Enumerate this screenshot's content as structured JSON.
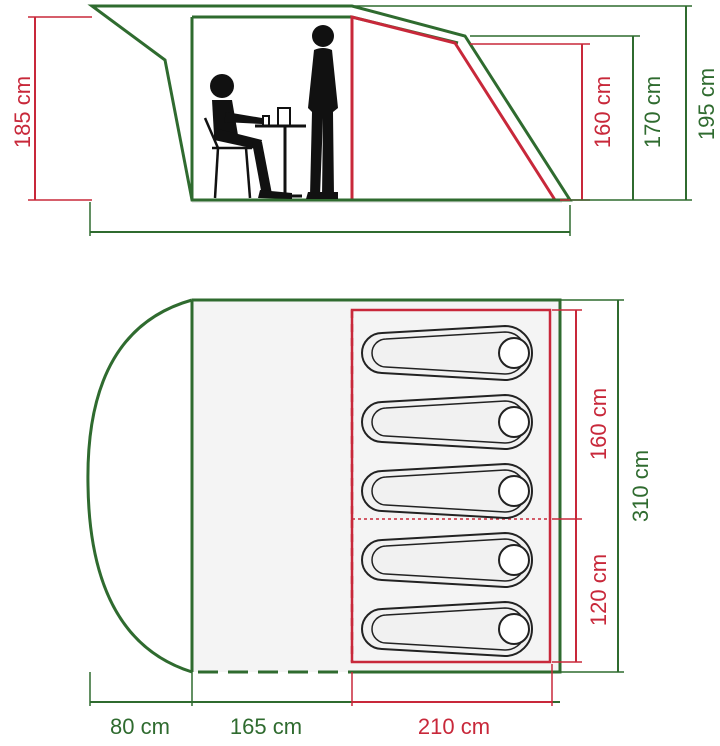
{
  "colors": {
    "green": "#2f6b2f",
    "red": "#c8283a",
    "floor": "#f4f4f4",
    "bag": "#f1f1f1",
    "figure": "#111111",
    "text_green": "#2f6b2f",
    "text_red": "#c8283a"
  },
  "side_view": {
    "labels": {
      "height_left": "185 cm",
      "height_inner": "160 cm",
      "height_middle": "170 cm",
      "height_total": "195 cm"
    },
    "icons": [
      "seated-person-icon",
      "table-icon",
      "chair-icon",
      "standing-person-icon"
    ]
  },
  "floor_plan": {
    "labels": {
      "bedroom_upper": "160 cm",
      "bedroom_lower": "120 cm",
      "total_depth": "310 cm",
      "porch_width": "80 cm",
      "living_width": "165 cm",
      "bedroom_width": "210 cm"
    },
    "sleeping_bags": [
      {
        "name": "sleeping-bag-1"
      },
      {
        "name": "sleeping-bag-2"
      },
      {
        "name": "sleeping-bag-3"
      },
      {
        "name": "sleeping-bag-4"
      },
      {
        "name": "sleeping-bag-5"
      }
    ]
  }
}
